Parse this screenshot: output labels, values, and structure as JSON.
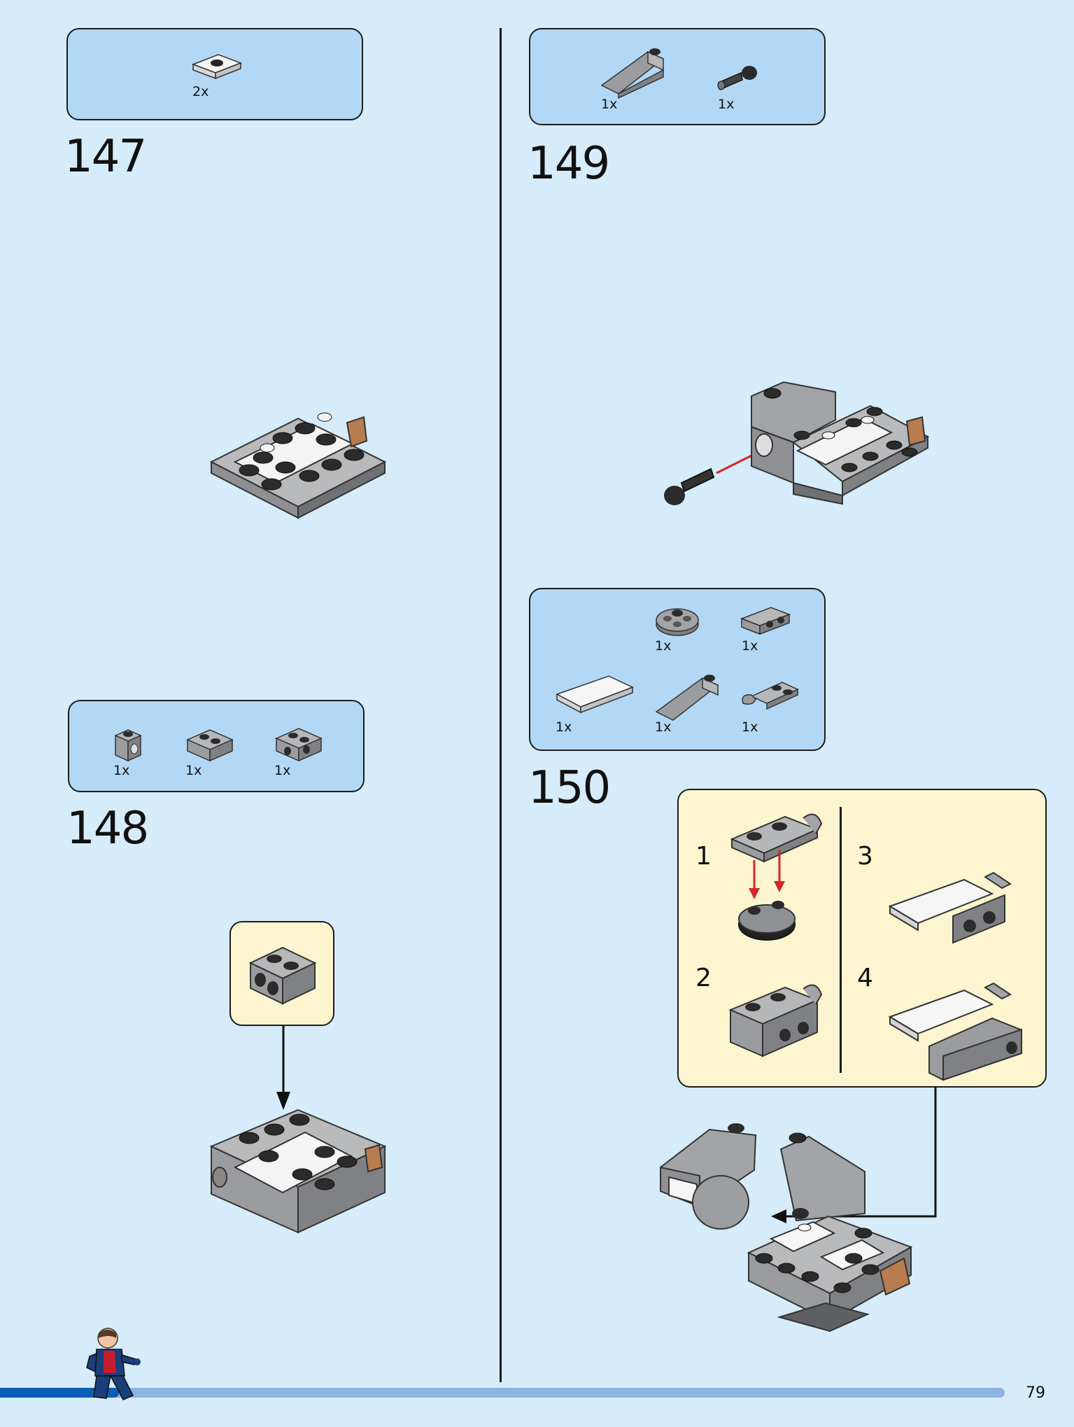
{
  "page_number": "79",
  "steps": {
    "s147": {
      "number": "147",
      "parts": [
        {
          "qty": "2x",
          "icon": "tile-1x2-jumper-icon"
        }
      ]
    },
    "s148": {
      "number": "148",
      "parts": [
        {
          "qty": "1x",
          "icon": "brick-1x1-hole-icon"
        },
        {
          "qty": "1x",
          "icon": "brick-1x2-grooved-icon"
        },
        {
          "qty": "1x",
          "icon": "brick-1x2-studs-side-icon"
        }
      ]
    },
    "s149": {
      "number": "149",
      "parts": [
        {
          "qty": "1x",
          "icon": "slope-icon"
        },
        {
          "qty": "1x",
          "icon": "ball-pin-icon"
        }
      ]
    },
    "s150": {
      "number": "150",
      "parts": [
        {
          "qty": "1x",
          "icon": "round-plate-icon"
        },
        {
          "qty": "1x",
          "icon": "bracket-icon"
        },
        {
          "qty": "1x",
          "icon": "tile-2x4-white-icon"
        },
        {
          "qty": "1x",
          "icon": "slope-2-icon"
        },
        {
          "qty": "1x",
          "icon": "clip-plate-icon"
        }
      ]
    },
    "substeps": [
      "1",
      "2",
      "3",
      "4"
    ]
  },
  "colors": {
    "page_bg": "#d6ecfa",
    "parts_bg": "#b3d8f5",
    "callout_bg": "#fdf5cf",
    "arrow_red": "#d8242b",
    "brick_gray": "#a2a4a7",
    "brick_dark": "#2b2b2b",
    "brick_white": "#f4f4f4",
    "brick_brown": "#b97c4e",
    "bar_blue": "#0a5eb5",
    "bar_light": "#8db3e0"
  }
}
